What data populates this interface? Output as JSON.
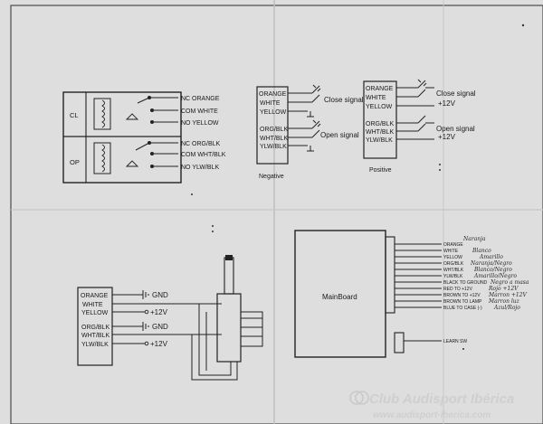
{
  "relay": {
    "cl_label": "CL",
    "op_label": "OP",
    "cl_pins": [
      "NC  ORANGE",
      "COM  WHITE",
      "NO  YELLOW"
    ],
    "op_pins": [
      "NC  ORG/BLK",
      "COM  WHT/BLK",
      "NO  YLW/BLK"
    ]
  },
  "negative": {
    "label": "Negative",
    "wires": [
      "ORANGE",
      "WHITE",
      "YELLOW",
      "ORG/BLK",
      "WHT/BLK",
      "YLW/BLK"
    ],
    "close_signal": "Close signal",
    "open_signal": "Open signal"
  },
  "positive": {
    "label": "Positive",
    "wires": [
      "ORANGE",
      "WHITE",
      "YELLOW",
      "ORG/BLK",
      "WHT/BLK",
      "YLW/BLK"
    ],
    "close_signal": "Close signal",
    "open_signal": "Open signal",
    "v12_a": "+12V",
    "v12_b": "+12V"
  },
  "actuator": {
    "wires": [
      "ORANGE",
      "WHITE",
      "YELLOW",
      "ORG/BLK",
      "WHT/BLK",
      "YLW/BLK"
    ],
    "gnd_a": "GND",
    "v12_a": "+12V",
    "gnd_b": "GND",
    "v12_b": "+12V"
  },
  "mainboard": {
    "label": "MainBoard",
    "wires": [
      "ORANGE",
      "WHITE",
      "YELLOW",
      "ORG/BLK",
      "WHT/BLK",
      "YLW/BLK",
      "BLACK TO GROUND",
      "RED TO +12V",
      "BROWN TO +12V",
      "BROWN TO LAMP",
      "BLUE TO CASE (-)"
    ],
    "bottom_wire": "LEARN SW",
    "handwritten": [
      "Naranja",
      "Blanco",
      "Amarillo",
      "Naranja/Negro",
      "Blanco/Negro",
      "Amarillo/Negro",
      "Negro a masa",
      "Rojo +12V",
      "Marron +12V",
      "Marron luz",
      "Azul/Rojo"
    ]
  },
  "watermark": {
    "line1": "Club Audisport Ibérica",
    "line2": "www.audisport-iberica.com"
  }
}
